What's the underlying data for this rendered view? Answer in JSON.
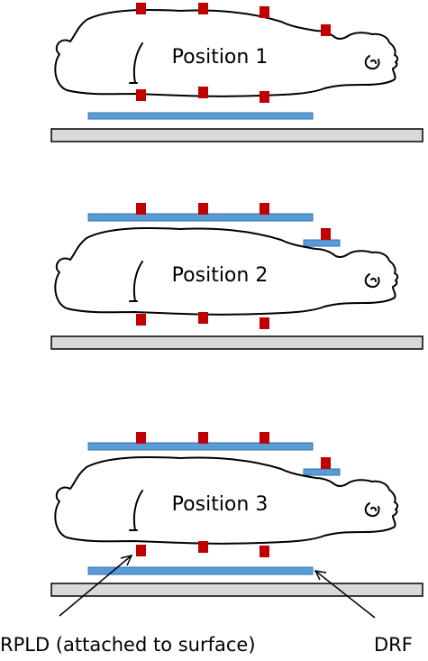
{
  "panels": [
    {
      "label": "Position 1"
    },
    {
      "label": "Position 2"
    },
    {
      "label": "Position 3"
    }
  ],
  "callouts": {
    "rpld": "RPLD (attached to surface)",
    "drf": "DRF"
  },
  "colors": {
    "table_fill": "#d9d9d9",
    "detector_blue": "#5b9bd5",
    "dosimeter_red": "#c00000",
    "outline": "#000000"
  }
}
